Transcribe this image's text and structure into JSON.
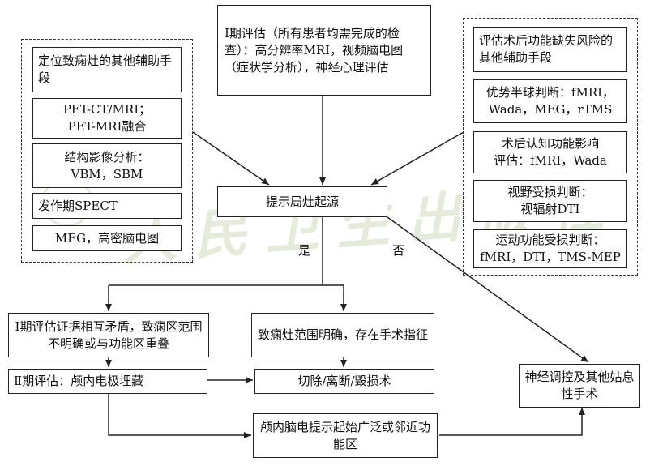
{
  "watermark": "人民卫生出版社",
  "nodes": {
    "phase1": "Ⅰ期评估（所有患者均需完成的检查）：高分辨率MRI，视频脑电图（症状学分析），神经心理评估",
    "left_title": "定位致痫灶的其他辅助手段",
    "left_1": "PET-CT/MRI；\nPET-MRI融合",
    "left_2": "结构影像分析：\nVBM，SBM",
    "left_3": "发作期SPECT",
    "left_4": "MEG，高密脑电图",
    "right_title": "评估术后功能缺失风险的其他辅助手段",
    "right_1": "优势半球判断：fMRI，\nWada，MEG，rTMS",
    "right_2": "术后认知功能影响\n评估：fMRI，Wada",
    "right_3": "视野受损判断：\n视辐射DTI",
    "right_4": "运动功能受损判断：\nfMRI，DTI，TMS-MEP",
    "focal": "提示局灶起源",
    "yes": "是",
    "no": "否",
    "contradict": "Ⅰ期评估证据相互矛盾，致痫区范围不明确或与功能区重叠",
    "clear": "致痫灶范围明确，存在手术指征",
    "phase2": "Ⅱ期评估：颅内电极埋藏",
    "resection": "切除/离断/毁损术",
    "neuromod": "神经调控及其他姑息性手术",
    "ieeg": "颅内脑电提示起始广泛或邻近功能区"
  }
}
